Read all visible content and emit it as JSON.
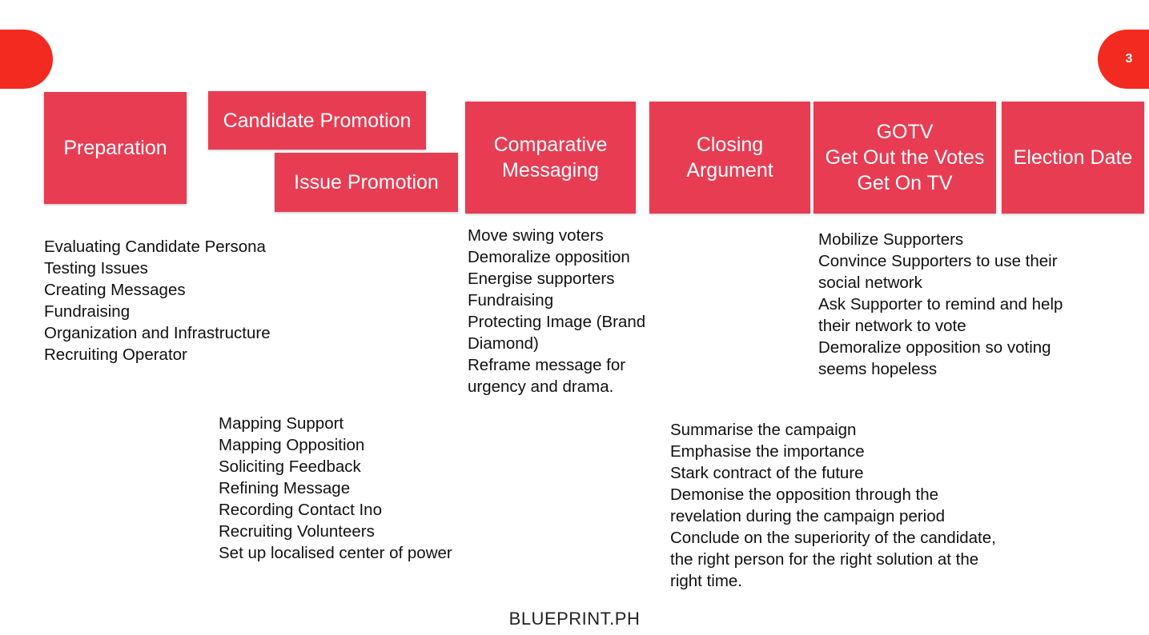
{
  "page_number": "3",
  "phases": {
    "preparation": [
      "Preparation"
    ],
    "candidate_promotion": [
      "Candidate Promotion"
    ],
    "issue_promotion": [
      "Issue Promotion"
    ],
    "comparative_messaging": [
      "Comparative",
      "Messaging"
    ],
    "closing_argument": [
      "Closing",
      "Argument"
    ],
    "gotv": [
      "GOTV",
      "Get Out the Votes",
      "Get On TV"
    ],
    "election_date": [
      "Election Date"
    ]
  },
  "lists": {
    "preparation": [
      "Evaluating Candidate Persona",
      "Testing Issues",
      "Creating Messages",
      "Fundraising",
      "Organization and Infrastructure",
      "Recruiting Operator"
    ],
    "promotion": [
      "Mapping Support",
      "Mapping Opposition",
      "Soliciting Feedback",
      "Refining Message",
      "Recording Contact Ino",
      "Recruiting Volunteers",
      "Set up localised center of power"
    ],
    "comparative_messaging": [
      "Move swing voters",
      "Demoralize opposition",
      "Energise supporters",
      "Fundraising",
      "Protecting Image (Brand",
      "Diamond)",
      "Reframe message for",
      "urgency and drama."
    ],
    "closing_argument": [
      "Summarise the campaign",
      "Emphasise the importance",
      "Stark contract of the future",
      "Demonise the opposition through the",
      "revelation during the campaign period",
      "Conclude on the superiority of the candidate,",
      "the right person for the right solution at the",
      "right time."
    ],
    "gotv": [
      "Mobilize Supporters",
      "Convince Supporters to use their",
      "social network",
      "Ask Supporter to remind and help",
      "their network to vote",
      "Demoralize opposition so voting",
      "seems hopeless"
    ]
  },
  "brand": "BLUEPRINT.PH",
  "colors": {
    "phase_box": "#e83c53",
    "accent_tab": "#f32a1f"
  }
}
